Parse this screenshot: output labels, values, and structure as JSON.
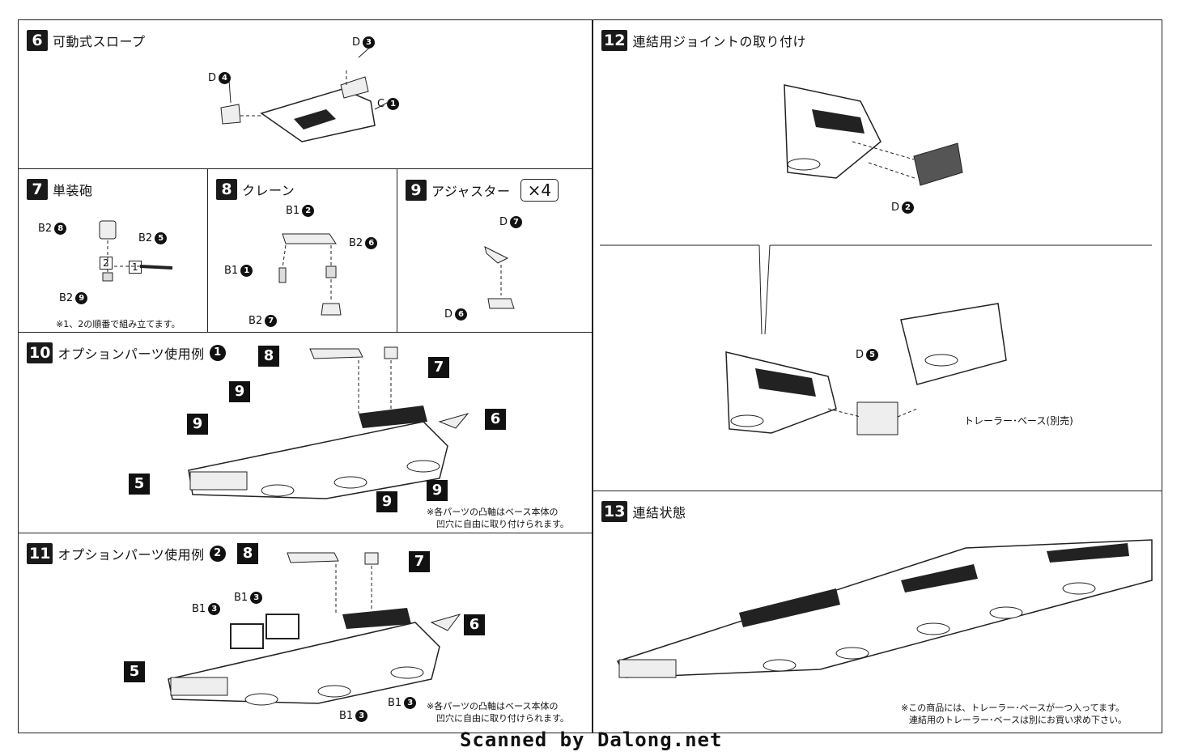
{
  "steps": {
    "s6": {
      "num": "6",
      "title": "可動式スロープ"
    },
    "s7": {
      "num": "7",
      "title": "単装砲"
    },
    "s8": {
      "num": "8",
      "title": "クレーン"
    },
    "s9": {
      "num": "9",
      "title": "アジャスター",
      "mult": "×4"
    },
    "s10": {
      "num": "10",
      "title": "オプションパーツ使用例",
      "circ": "1"
    },
    "s11": {
      "num": "11",
      "title": "オプションパーツ使用例",
      "circ": "2"
    },
    "s12": {
      "num": "12",
      "title": "連結用ジョイントの取り付け"
    },
    "s13": {
      "num": "13",
      "title": "連結状態"
    }
  },
  "parts": {
    "d3": {
      "code": "D",
      "n": "3"
    },
    "d4": {
      "code": "D",
      "n": "4"
    },
    "c1": {
      "code": "C",
      "n": "1"
    },
    "b2_8": {
      "code": "B2",
      "n": "8"
    },
    "b2_5": {
      "code": "B2",
      "n": "5"
    },
    "b2_9": {
      "code": "B2",
      "n": "9"
    },
    "b1_2": {
      "code": "B1",
      "n": "2"
    },
    "b1_1": {
      "code": "B1",
      "n": "1"
    },
    "b2_6": {
      "code": "B2",
      "n": "6"
    },
    "b2_7": {
      "code": "B2",
      "n": "7"
    },
    "d7": {
      "code": "D",
      "n": "7"
    },
    "d6": {
      "code": "D",
      "n": "6"
    },
    "d2": {
      "code": "D",
      "n": "2"
    },
    "d5": {
      "code": "D",
      "n": "5"
    },
    "b1_3": {
      "code": "B1",
      "n": "3"
    }
  },
  "order": {
    "step1": "1",
    "step2": "2"
  },
  "badges": {
    "b5": "5",
    "b6": "6",
    "b7": "7",
    "b8": "8",
    "b9": "9"
  },
  "notes": {
    "order_note": "※1、2の順番で組み立てます。",
    "attach_line1": "※各パーツの凸軸はベース本体の",
    "attach_line2": "凹穴に自由に取り付けられます。",
    "trailer_label": "トレーラー･ベース(別売)",
    "included_line1": "※この商品には、トレーラー･ベースが一つ入ってます。",
    "included_line2": "連結用のトレーラー･ベースは別にお買い求め下さい。"
  },
  "footer": "Scanned by Dalong.net"
}
